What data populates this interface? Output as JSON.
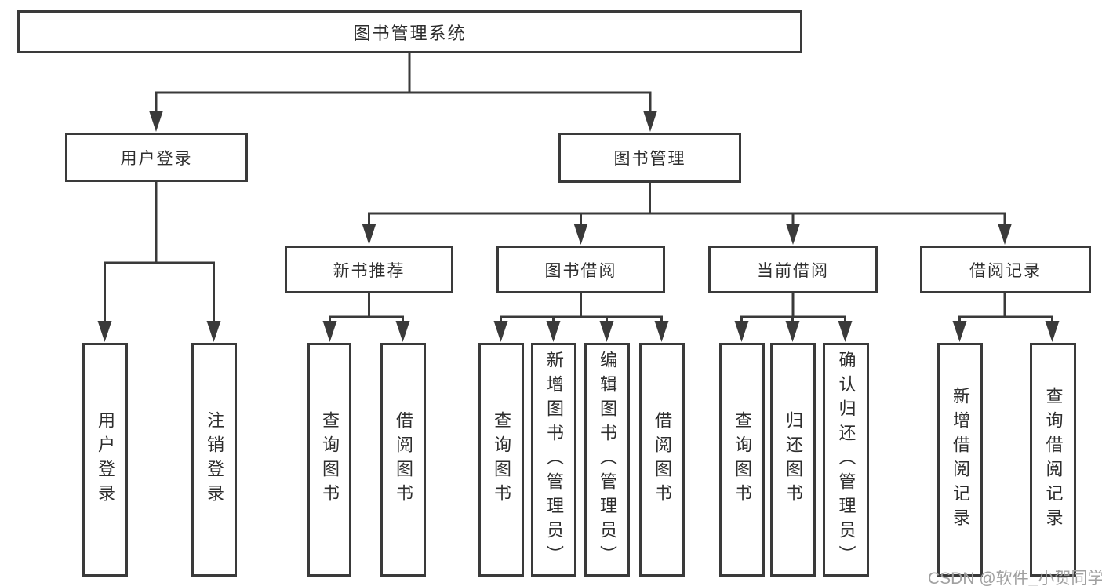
{
  "diagram": {
    "root": {
      "label": "图书管理系统"
    },
    "branches": [
      {
        "label": "用户登录",
        "children": [
          {
            "label": "用户登录"
          },
          {
            "label": "注销登录"
          }
        ]
      },
      {
        "label": "图书管理",
        "children": [
          {
            "label": "新书推荐",
            "children": [
              {
                "label": "查询图书"
              },
              {
                "label": "借阅图书"
              }
            ]
          },
          {
            "label": "图书借阅",
            "children": [
              {
                "label": "查询图书"
              },
              {
                "label": "新增图书（管理员）"
              },
              {
                "label": "编辑图书（管理员）"
              },
              {
                "label": "借阅图书"
              }
            ]
          },
          {
            "label": "当前借阅",
            "children": [
              {
                "label": "查询图书"
              },
              {
                "label": "归还图书"
              },
              {
                "label": "确认归还（管理员）"
              }
            ]
          },
          {
            "label": "借阅记录",
            "children": [
              {
                "label": "新增借阅记录"
              },
              {
                "label": "查询借阅记录"
              }
            ]
          }
        ]
      }
    ]
  },
  "watermark": {
    "text": "CSDN @软件_小贺同学"
  },
  "colors": {
    "line": "#3a3a3a",
    "text": "#2d2d2d",
    "watermark": "#a0a0a0",
    "background": "#ffffff"
  }
}
